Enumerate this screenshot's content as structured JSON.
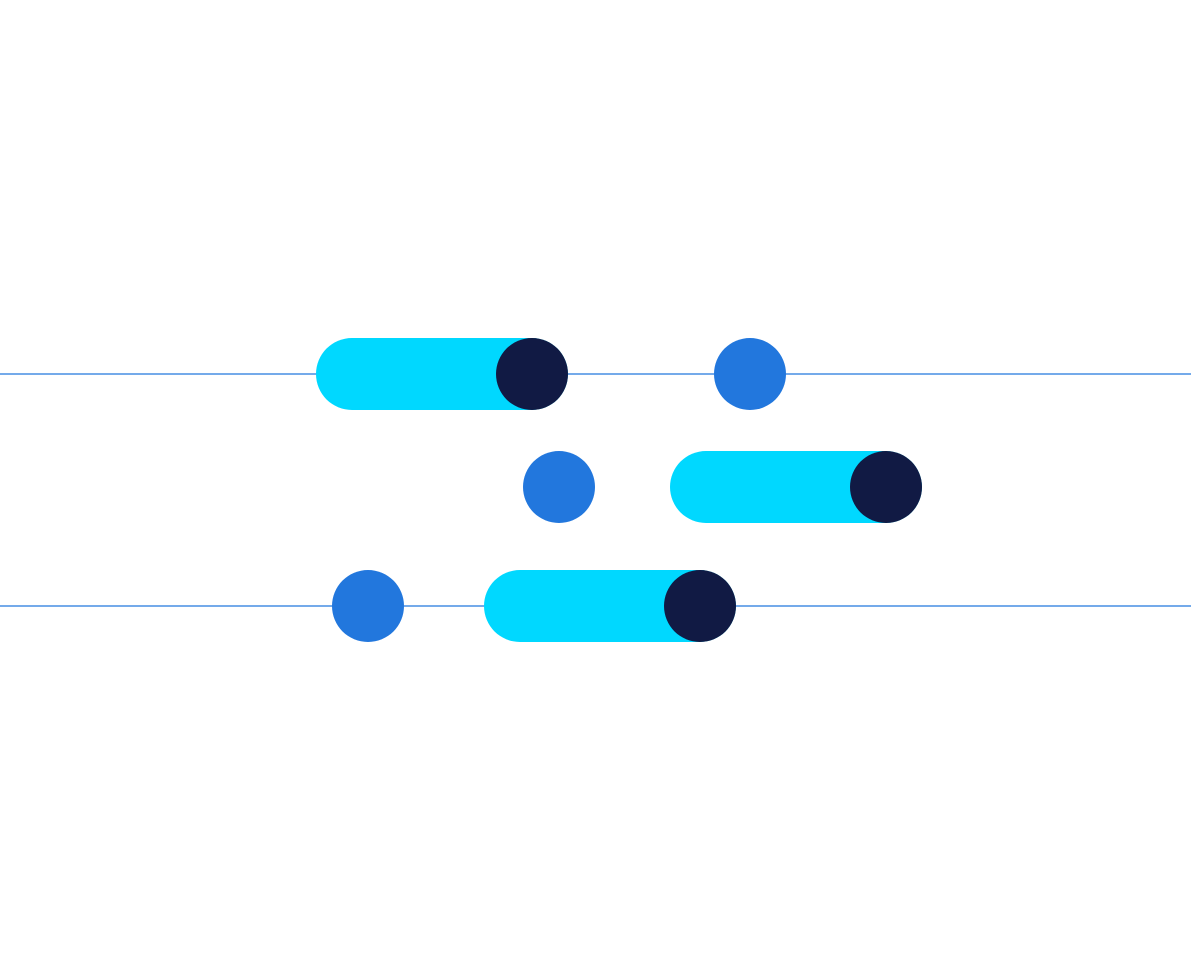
{
  "colors": {
    "background": "#ffffff",
    "line": "#2277dd",
    "pill": "#00d8ff",
    "knob": "#111a44",
    "dot": "#2277dd"
  },
  "graphic": {
    "toggles": [
      {
        "name": "toggle-top",
        "state": "on",
        "color_fill": "pill",
        "color_knob": "knob"
      },
      {
        "name": "toggle-middle",
        "state": "on",
        "color_fill": "pill",
        "color_knob": "knob"
      },
      {
        "name": "toggle-bottom",
        "state": "on",
        "color_fill": "pill",
        "color_knob": "knob"
      }
    ],
    "dots": [
      {
        "name": "dot-top-right"
      },
      {
        "name": "dot-middle-left"
      },
      {
        "name": "dot-bottom-left"
      }
    ]
  }
}
